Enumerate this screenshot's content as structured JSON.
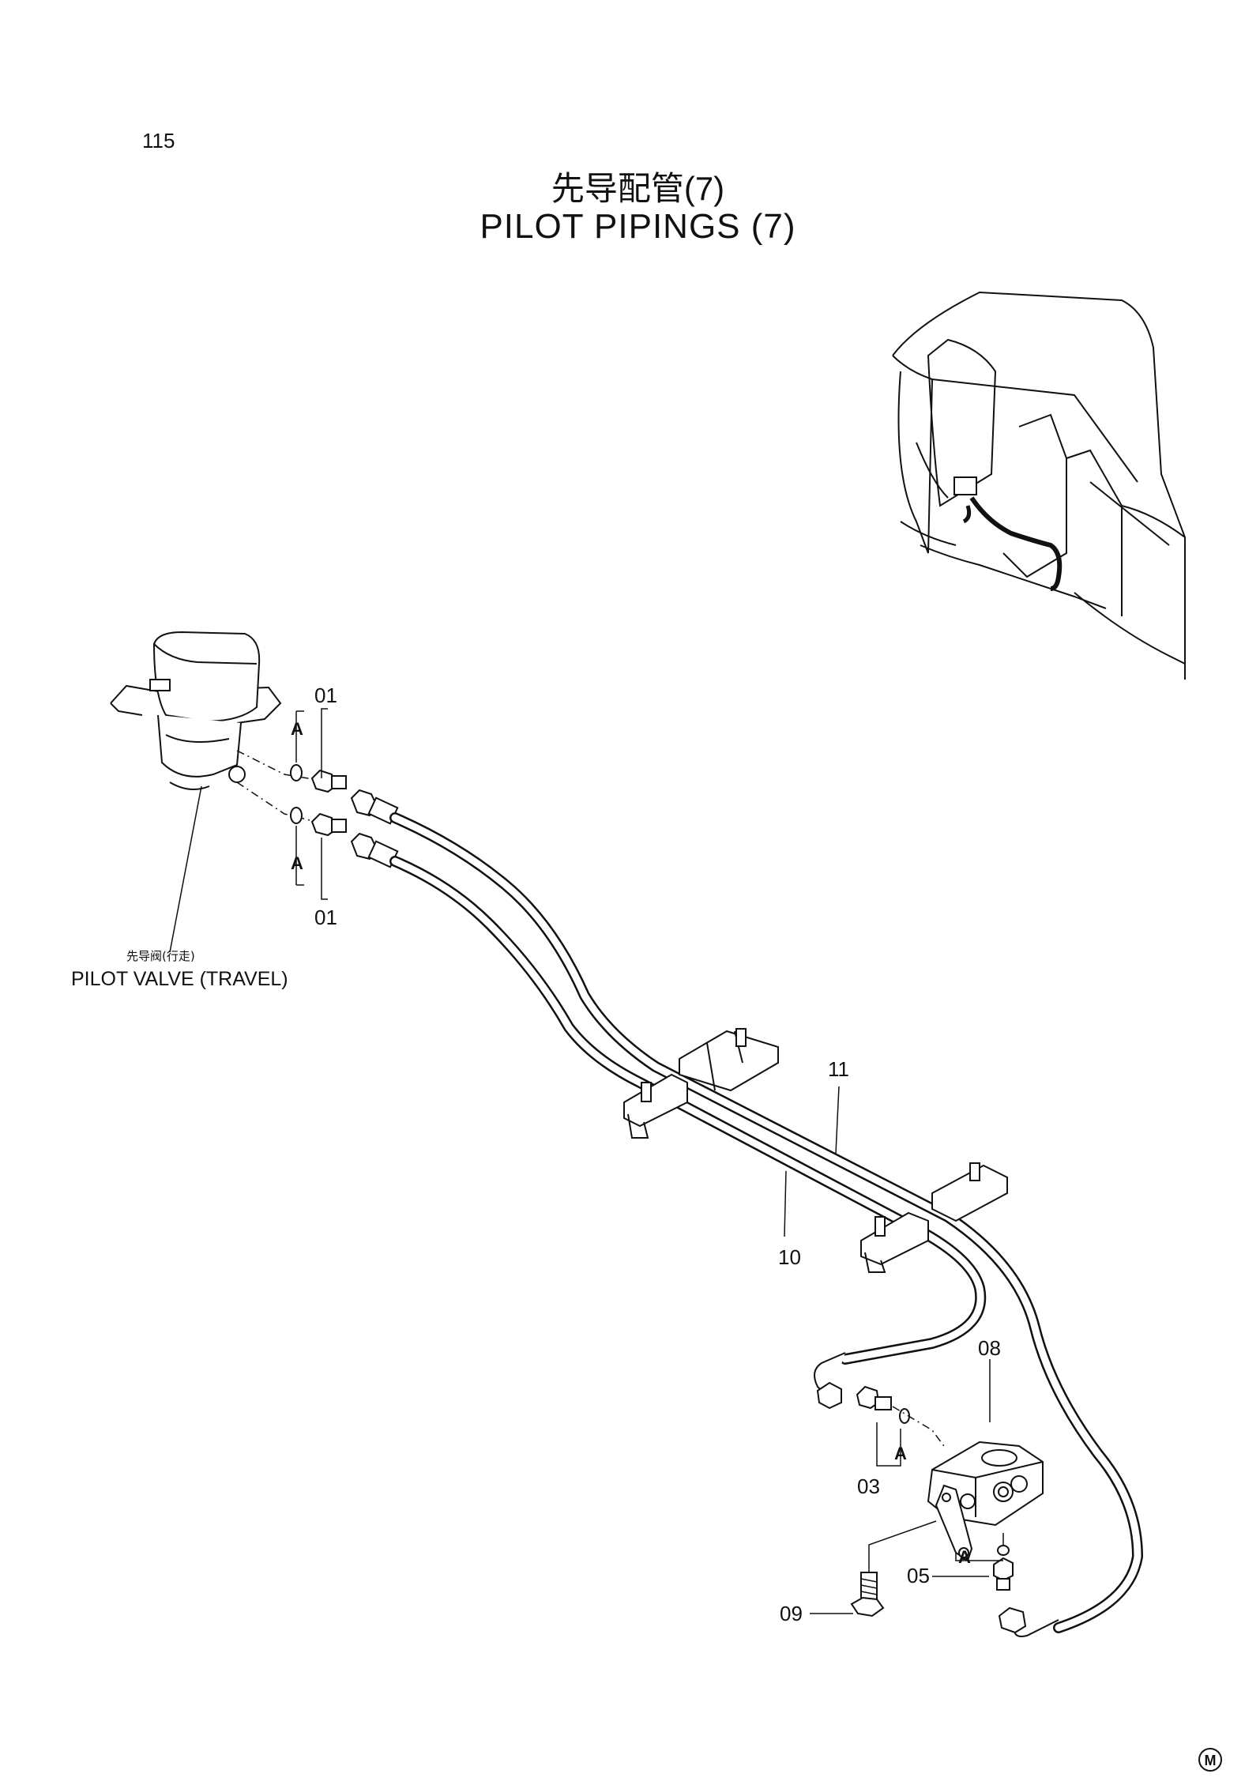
{
  "page_number": "115",
  "title": {
    "chinese": "先导配管(7)",
    "english": "PILOT PIPINGS (7)"
  },
  "callouts": {
    "c01_top": "01",
    "c01_bottom": "01",
    "a_top": "A",
    "a_bottom": "A",
    "c11": "11",
    "c10": "10",
    "c08": "08",
    "a_mid": "A",
    "c03": "03",
    "a_low": "A",
    "c05": "05",
    "c09": "09"
  },
  "pilot_valve": {
    "label_cn": "先导阀(行走)",
    "label_en": "PILOT VALVE (TRAVEL)"
  },
  "corner_mark": "M"
}
